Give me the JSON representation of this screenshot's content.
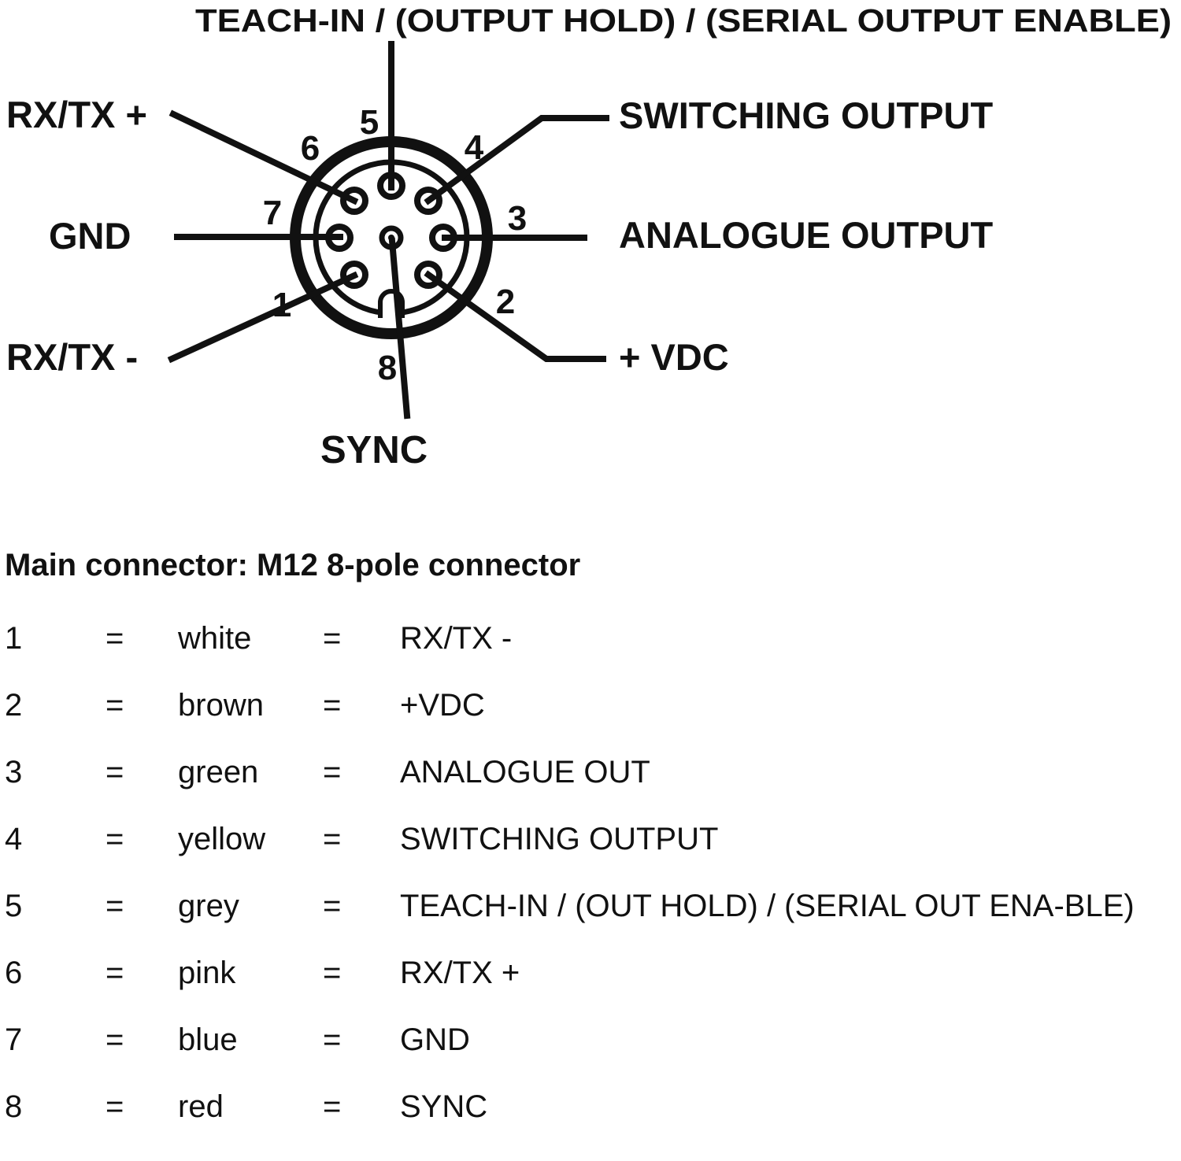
{
  "diagram": {
    "top_label": "TEACH-IN / (OUTPUT HOLD) / (SERIAL OUTPUT ENABLE)",
    "left_labels": {
      "rxtx_plus": "RX/TX +",
      "gnd": "GND",
      "rxtx_minus": "RX/TX -"
    },
    "right_labels": {
      "switching": "SWITCHING OUTPUT",
      "analogue": "ANALOGUE OUTPUT",
      "vdc": "+ VDC"
    },
    "bottom_label": "SYNC",
    "pin_numbers": [
      "1",
      "2",
      "3",
      "4",
      "5",
      "6",
      "7",
      "8"
    ]
  },
  "table": {
    "title": "Main connector: M12 8-pole connector",
    "equals": "=",
    "rows": [
      {
        "pin": "1",
        "color": "white",
        "signal": "RX/TX -"
      },
      {
        "pin": "2",
        "color": "brown",
        "signal": "+VDC"
      },
      {
        "pin": "3",
        "color": "green",
        "signal": "ANALOGUE OUT"
      },
      {
        "pin": "4",
        "color": "yellow",
        "signal": "SWITCHING OUTPUT"
      },
      {
        "pin": "5",
        "color": "grey",
        "signal": "TEACH-IN / (OUT HOLD) / (SERIAL OUT ENA-BLE)"
      },
      {
        "pin": "6",
        "color": "pink",
        "signal": "RX/TX +"
      },
      {
        "pin": "7",
        "color": "blue",
        "signal": "GND"
      },
      {
        "pin": "8",
        "color": "red",
        "signal": "SYNC"
      }
    ]
  },
  "colors": {
    "ink": "#111111",
    "background": "#ffffff"
  }
}
